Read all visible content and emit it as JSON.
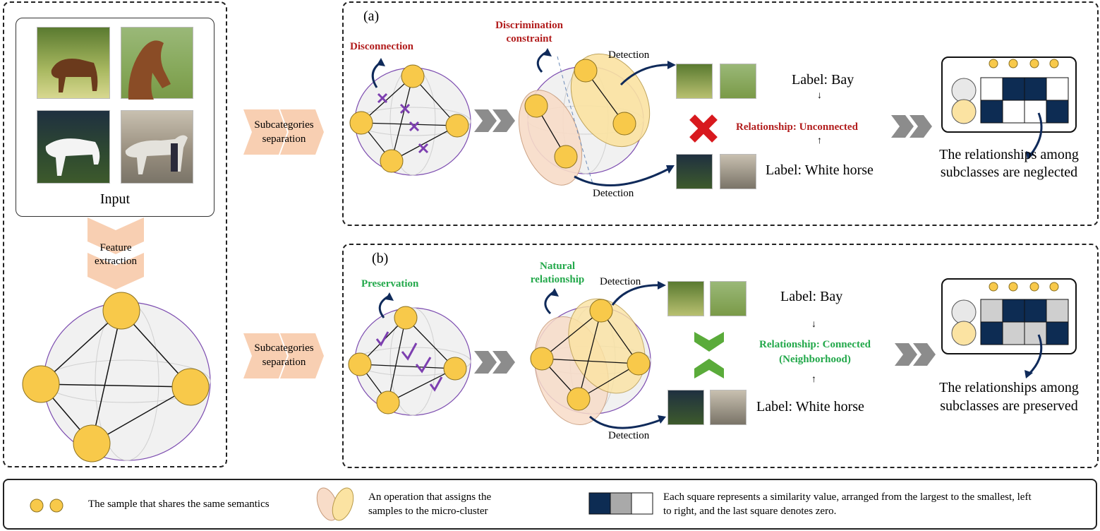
{
  "input_panel": {
    "input_label": "Input",
    "feature_label_line1": "Feature",
    "feature_label_line2": "extraction"
  },
  "separation": {
    "line1": "Subcategories",
    "line2": "separation"
  },
  "panel_a": {
    "tag": "(a)",
    "disconnection": "Disconnection",
    "constraint_line1": "Discrimination",
    "constraint_line2": "constraint",
    "detection_top": "Detection",
    "detection_bottom": "Detection",
    "label_top": "Label: Bay",
    "relationship": "Relationship: Unconnected",
    "label_bottom": "Label: White horse",
    "conclusion_line1": "The relationships among",
    "conclusion_line2": "subclasses are neglected"
  },
  "panel_b": {
    "tag": "(b)",
    "preservation": "Preservation",
    "natural_line1": "Natural",
    "natural_line2": "relationship",
    "detection_top": "Detection",
    "detection_bottom": "Detection",
    "label_top": "Label: Bay",
    "relationship_line1": "Relationship: Connected",
    "relationship_line2": "(Neighborhood)",
    "label_bottom": "Label: White horse",
    "conclusion_line1": "The relationships among",
    "conclusion_line2": "subclasses are preserved"
  },
  "legend": {
    "sample_text": "The sample that shares the same semantics",
    "cluster_line1": "An operation that assigns the",
    "cluster_line2": "samples to the micro-cluster",
    "square_line1": "Each square represents a similarity value, arranged from the largest to the smallest, left",
    "square_line2": "to right, and the last square denotes zero."
  },
  "colors": {
    "node": "#f8c94a",
    "node_stroke": "#8a7020",
    "sphere_outline": "#7d4db0",
    "arrow_blue": "#0f2a5a",
    "chevron_peach": "#f7c7a4",
    "chevron_gray": "#8c8c8c",
    "cross_red": "#d8191e",
    "check_green": "#5aab3a",
    "matrix_dark": "#0d2c53",
    "matrix_gray": "#cfcfcf",
    "relationship_red": "#b21d1d",
    "relationship_green": "#22a84a"
  },
  "matrix_a": {
    "row1": [
      "white",
      "dark",
      "dark",
      "white"
    ],
    "row2": [
      "dark",
      "white",
      "white",
      "dark"
    ]
  },
  "matrix_b": {
    "row1": [
      "gray",
      "dark",
      "dark",
      "gray"
    ],
    "row2": [
      "dark",
      "gray",
      "gray",
      "dark"
    ]
  }
}
